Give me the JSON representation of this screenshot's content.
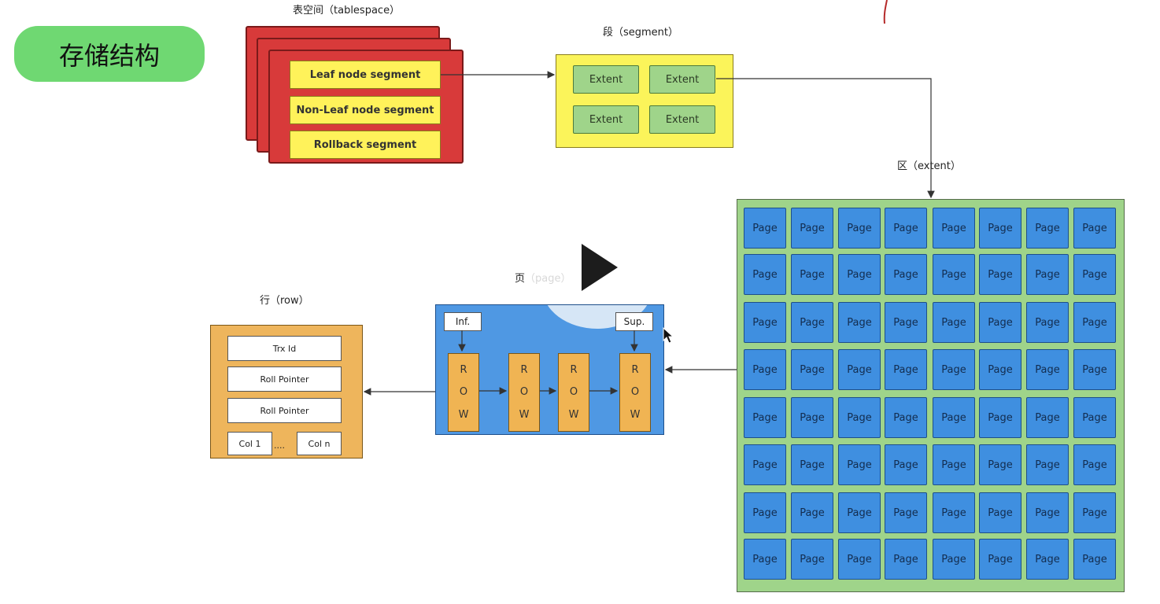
{
  "title": "存储结构",
  "tablespace": {
    "label": "表空间（tablespace）",
    "segments": [
      "Leaf node segment",
      "Non-Leaf node segment",
      "Rollback segment"
    ]
  },
  "segment": {
    "label": "段（segment）",
    "extents": [
      "Extent",
      "Extent",
      "Extent",
      "Extent"
    ]
  },
  "extent": {
    "label": "区（extent）",
    "page_label": "Page",
    "rows": 8,
    "cols": 8
  },
  "page": {
    "label_cn": "页",
    "label_en": "（page）",
    "inf": "Inf.",
    "sup": "Sup.",
    "row_letters": [
      "R",
      "O",
      "W"
    ]
  },
  "row": {
    "label": "行（row）",
    "fields": [
      "Trx Id",
      "Roll Pointer",
      "Roll Pointer"
    ],
    "col_first": "Col 1",
    "col_dots": "....",
    "col_last": "Col n"
  },
  "colors": {
    "title_pill": "#6fd872",
    "tablespace": "#d83a3a",
    "segment_item": "#fff25a",
    "extent_fill": "#9fd48a",
    "page_fill": "#3f8fe0",
    "row_fill": "#f0b453"
  }
}
